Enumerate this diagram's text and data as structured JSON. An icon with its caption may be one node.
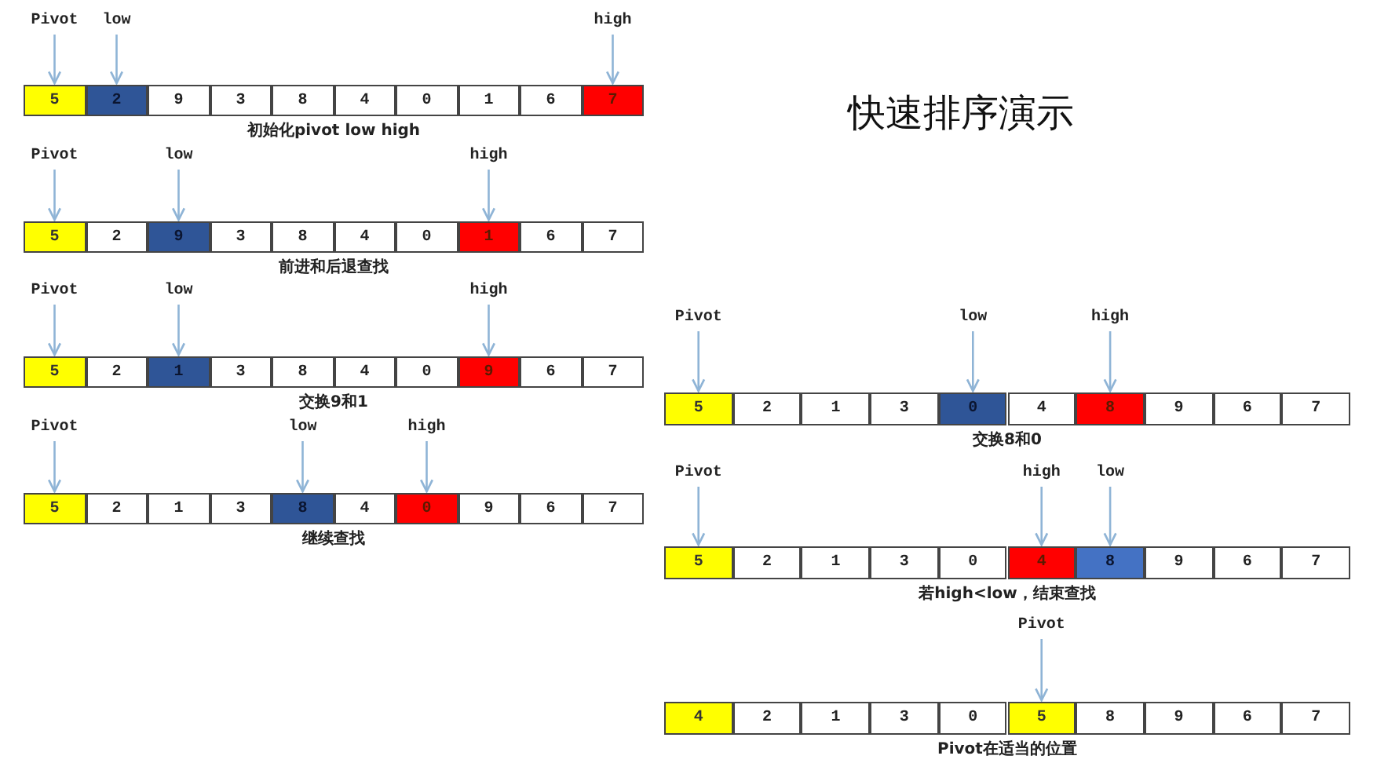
{
  "diagram": {
    "title": "快速排序演示",
    "nodes": [
      {
        "text": [
          "Pivot"
        ]
      },
      {
        "text": [
          "low"
        ]
      },
      {
        "text": [
          "high"
        ]
      },
      {
        "text": [
          "5"
        ]
      },
      {
        "text": [
          "2"
        ]
      },
      {
        "text": [
          "9"
        ]
      },
      {
        "text": [
          "3"
        ]
      },
      {
        "text": [
          "8"
        ]
      },
      {
        "text": [
          "4"
        ]
      },
      {
        "text": [
          "0"
        ]
      },
      {
        "text": [
          "1"
        ]
      },
      {
        "text": [
          "6"
        ]
      },
      {
        "text": [
          "7"
        ]
      },
      {
        "text": [
          "Pivot"
        ]
      },
      {
        "text": [
          "low"
        ]
      },
      {
        "text": [
          "high"
        ]
      },
      {
        "text": [
          "5"
        ]
      },
      {
        "text": [
          "2"
        ]
      },
      {
        "text": [
          "9"
        ]
      },
      {
        "text": [
          "3"
        ]
      },
      {
        "text": [
          "8"
        ]
      },
      {
        "text": [
          "4"
        ]
      },
      {
        "text": [
          "0"
        ]
      },
      {
        "text": [
          "1"
        ]
      },
      {
        "text": [
          "6"
        ]
      },
      {
        "text": [
          "7"
        ]
      },
      {
        "text": [
          "Pivot"
        ]
      },
      {
        "text": [
          "low"
        ]
      },
      {
        "text": [
          "high"
        ]
      },
      {
        "text": [
          "5"
        ]
      },
      {
        "text": [
          "2"
        ]
      },
      {
        "text": [
          "1"
        ]
      },
      {
        "text": [
          "3"
        ]
      },
      {
        "text": [
          "8"
        ]
      },
      {
        "text": [
          "4"
        ]
      },
      {
        "text": [
          "0"
        ]
      },
      {
        "text": [
          "9"
        ]
      },
      {
        "text": [
          "6"
        ]
      },
      {
        "text": [
          "7"
        ]
      },
      {
        "text": [
          "Pivot"
        ]
      },
      {
        "text": [
          "low"
        ]
      },
      {
        "text": [
          "high"
        ]
      },
      {
        "text": [
          "5"
        ]
      },
      {
        "text": [
          "2"
        ]
      },
      {
        "text": [
          "1"
        ]
      },
      {
        "text": [
          "3"
        ]
      },
      {
        "text": [
          "8"
        ]
      },
      {
        "text": [
          "4"
        ]
      },
      {
        "text": [
          "0"
        ]
      },
      {
        "text": [
          "9"
        ]
      },
      {
        "text": [
          "6"
        ]
      },
      {
        "text": [
          "7"
        ]
      },
      {
        "text": [
          "Pivot"
        ]
      },
      {
        "text": [
          "low"
        ]
      },
      {
        "text": [
          "high"
        ]
      },
      {
        "text": [
          "5"
        ]
      },
      {
        "text": [
          "2"
        ]
      },
      {
        "text": [
          "1"
        ]
      },
      {
        "text": [
          "3"
        ]
      },
      {
        "text": [
          "0"
        ]
      },
      {
        "text": [
          "4"
        ]
      },
      {
        "text": [
          "8"
        ]
      },
      {
        "text": [
          "9"
        ]
      },
      {
        "text": [
          "6"
        ]
      },
      {
        "text": [
          "7"
        ]
      },
      {
        "text": [
          "Pivot"
        ]
      },
      {
        "text": [
          "high"
        ]
      },
      {
        "text": [
          "low"
        ]
      },
      {
        "text": [
          "5"
        ]
      },
      {
        "text": [
          "2"
        ]
      },
      {
        "text": [
          "1"
        ]
      },
      {
        "text": [
          "3"
        ]
      },
      {
        "text": [
          "0"
        ]
      },
      {
        "text": [
          "4"
        ]
      },
      {
        "text": [
          "8"
        ]
      },
      {
        "text": [
          "9"
        ]
      },
      {
        "text": [
          "6"
        ]
      },
      {
        "text": [
          "7"
        ]
      },
      {
        "text": [
          "Pivot"
        ]
      },
      {
        "text": [
          "4"
        ]
      },
      {
        "text": [
          "2"
        ]
      },
      {
        "text": [
          "1"
        ]
      },
      {
        "text": [
          "3"
        ]
      },
      {
        "text": [
          "0"
        ]
      },
      {
        "text": [
          "5"
        ]
      },
      {
        "text": [
          "8"
        ]
      },
      {
        "text": [
          "9"
        ]
      },
      {
        "text": [
          "6"
        ]
      },
      {
        "text": [
          "7"
        ]
      }
    ],
    "edges": [
      {
        "from": 0,
        "to": 3,
        "arrow": "to"
      },
      {
        "from": 1,
        "to": 4,
        "arrow": "to"
      },
      {
        "from": 2,
        "to": 12,
        "arrow": "to"
      },
      {
        "from": 13,
        "to": 16,
        "arrow": "to"
      },
      {
        "from": 14,
        "to": 18,
        "arrow": "to"
      },
      {
        "from": 15,
        "to": 23,
        "arrow": "to"
      },
      {
        "from": 26,
        "to": 29,
        "arrow": "to"
      },
      {
        "from": 27,
        "to": 31,
        "arrow": "to"
      },
      {
        "from": 28,
        "to": 36,
        "arrow": "to"
      },
      {
        "from": 39,
        "to": 42,
        "arrow": "to"
      },
      {
        "from": 40,
        "to": 46,
        "arrow": "to"
      },
      {
        "from": 41,
        "to": 48,
        "arrow": "to"
      },
      {
        "from": 52,
        "to": 55,
        "arrow": "to"
      },
      {
        "from": 53,
        "to": 59,
        "arrow": "to"
      },
      {
        "from": 54,
        "to": 61,
        "arrow": "to"
      },
      {
        "from": 65,
        "to": 68,
        "arrow": "to"
      },
      {
        "from": 66,
        "to": 73,
        "arrow": "to"
      },
      {
        "from": 67,
        "to": 74,
        "arrow": "to"
      },
      {
        "from": 78,
        "to": 84,
        "arrow": "to"
      }
    ],
    "labels": [
      "初始化pivot low high",
      "前进和后退查找",
      "交换9和1",
      "继续查找",
      "交换8和0",
      "若high<low，结束查找",
      "Pivot在适当的位置"
    ]
  }
}
